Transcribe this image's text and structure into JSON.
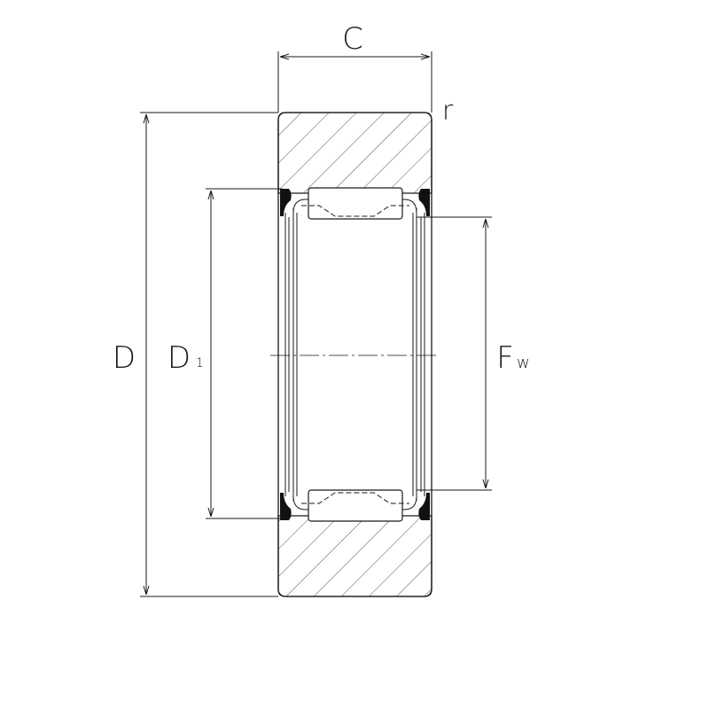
{
  "drawing": {
    "labels": {
      "width": "C",
      "radius": "r",
      "outer_diameter": "D",
      "d1_main": "D",
      "d1_sub": "1",
      "fw_main": "F",
      "fw_sub": "w"
    },
    "colors": {
      "line": "#1a1a1a",
      "seal": "#111111"
    }
  }
}
